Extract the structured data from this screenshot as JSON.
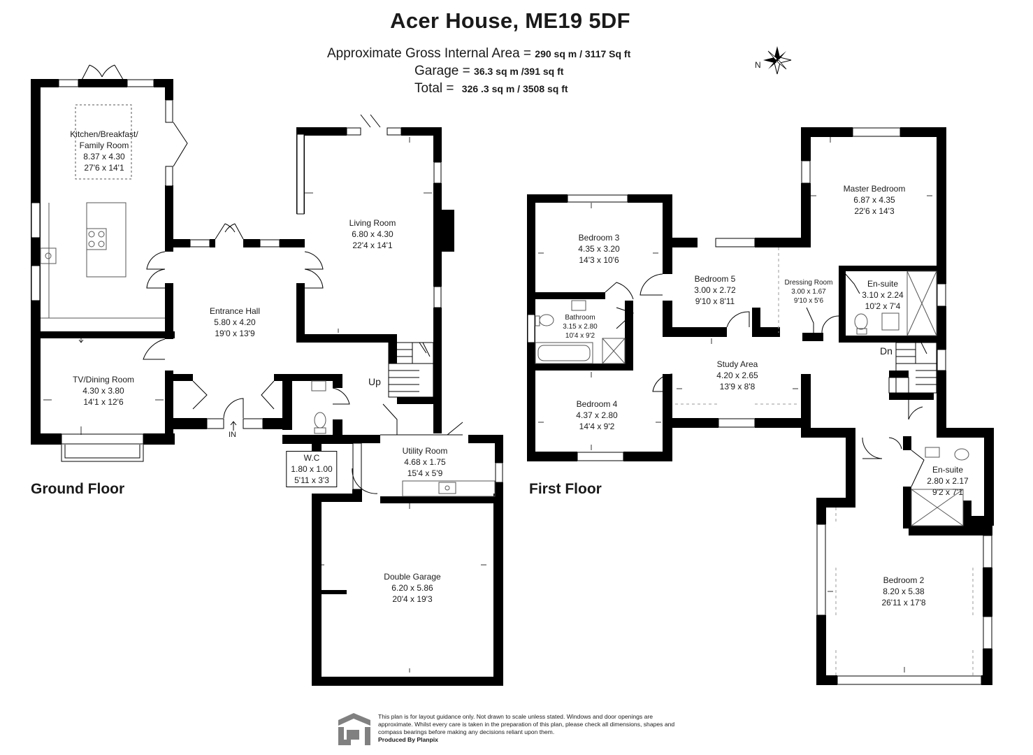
{
  "title": "Acer House, ME19 5DF",
  "areas": {
    "gross_label": "Approximate Gross Internal Area =",
    "gross_value": "290 sq m / 3117 Sq ft",
    "garage_label": "Garage =",
    "garage_value": "36.3 sq m /391 sq ft",
    "total_label": "Total =",
    "total_value": "326 .3 sq m / 3508 sq ft"
  },
  "compass": {
    "label": "N",
    "icon": "compass-rose-icon"
  },
  "floors": {
    "ground": "Ground Floor",
    "first": "First Floor"
  },
  "rooms": {
    "kitchen": {
      "name1": "Kitchen/Breakfast/",
      "name2": "Family Room",
      "metric": "8.37 x 4.30",
      "imperial": "27'6 x 14'1"
    },
    "living": {
      "name": "Living Room",
      "metric": "6.80 x 4.30",
      "imperial": "22'4 x 14'1"
    },
    "hall": {
      "name": "Entrance Hall",
      "metric": "5.80 x 4.20",
      "imperial": "19'0 x 13'9"
    },
    "tv": {
      "name": "TV/Dining Room",
      "metric": "4.30 x 3.80",
      "imperial": "14'1 x 12'6"
    },
    "wc": {
      "name": "W.C",
      "metric": "1.80 x 1.00",
      "imperial": "5'11 x 3'3"
    },
    "utility": {
      "name": "Utility Room",
      "metric": "4.68 x 1.75",
      "imperial": "15'4 x 5'9"
    },
    "garage": {
      "name": "Double Garage",
      "metric": "6.20 x 5.86",
      "imperial": "20'4 x 19'3"
    },
    "bed3": {
      "name": "Bedroom 3",
      "metric": "4.35 x 3.20",
      "imperial": "14'3 x 10'6"
    },
    "bed5": {
      "name": "Bedroom 5",
      "metric": "3.00 x 2.72",
      "imperial": "9'10 x 8'11"
    },
    "dressing": {
      "name": "Dressing Room",
      "metric": "3.00 x 1.67",
      "imperial": "9'10 x 5'6"
    },
    "master": {
      "name": "Master Bedroom",
      "metric": "6.87 x 4.35",
      "imperial": "22'6 x 14'3"
    },
    "ensuite1": {
      "name": "En-suite",
      "metric": "3.10 x 2.24",
      "imperial": "10'2 x 7'4"
    },
    "bathroom": {
      "name": "Bathroom",
      "metric": "3.15 x 2.80",
      "imperial": "10'4 x 9'2"
    },
    "study": {
      "name": "Study Area",
      "metric": "4.20 x 2.65",
      "imperial": "13'9 x 8'8"
    },
    "bed4": {
      "name": "Bedroom 4",
      "metric": "4.37 x 2.80",
      "imperial": "14'4 x 9'2"
    },
    "ensuite2": {
      "name": "En-suite",
      "metric": "2.80 x 2.17",
      "imperial": "9'2 x 7'1"
    },
    "bed2": {
      "name": "Bedroom 2",
      "metric": "8.20 x 5.38",
      "imperial": "26'11 x 17'8"
    }
  },
  "markers": {
    "up": "Up",
    "dn": "Dn",
    "in": "IN"
  },
  "disclaimer": {
    "text": "This plan is for layout guidance only. Not drawn to scale unless stated. Windows and door openings are approximate. Whilst every care is taken in the preparation of this plan, please check all dimensions, shapes and compass bearings before making any decisions reliant upon them.",
    "produced_by": "Produced By Planpix",
    "logo_icon": "planpix-logo-icon"
  },
  "colors": {
    "wall": "#000000",
    "window": "#ffffff",
    "fixture_line": "#555555",
    "dashed": "#999999"
  }
}
